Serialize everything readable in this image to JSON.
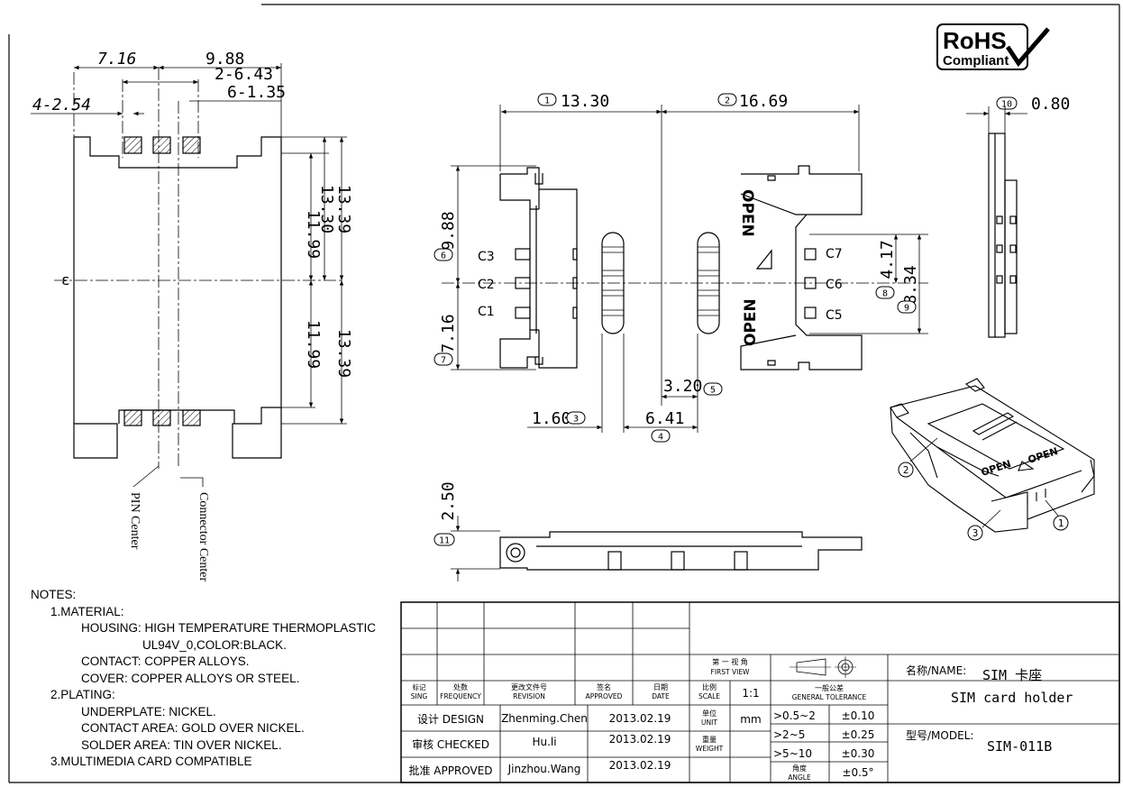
{
  "logo": {
    "line1": "RoHS",
    "line2": "Compliant"
  },
  "left_view": {
    "dims": {
      "top1": "7.16",
      "top2": "9.88",
      "top3": "2-6.43",
      "top4": "6-1.35",
      "pitch": "4-2.54",
      "r1": "11.99",
      "r2": "13.30",
      "r3": "13.39",
      "r4": "11.99",
      "r5": "13.39"
    },
    "labels": {
      "pin_center": "PIN Center",
      "connector_center": "Connector Center"
    }
  },
  "top_view": {
    "dims": {
      "d1": "13.30",
      "d2": "16.69",
      "d3": "1.60",
      "d4": "6.41",
      "d5": "3.20",
      "d6": "9.88",
      "d7": "7.16",
      "d8": "4.17",
      "d9": "8.34",
      "d10": "0.80",
      "d11": "2.50"
    },
    "balloons": [
      "1",
      "2",
      "3",
      "4",
      "5",
      "6",
      "7",
      "8",
      "9",
      "10",
      "11"
    ],
    "contacts": [
      "C3",
      "C2",
      "C1",
      "C7",
      "C6",
      "C5"
    ],
    "open_text": "OPEN"
  },
  "iso_view": {
    "balloons": [
      "1",
      "2",
      "3"
    ],
    "open_text": "OPEN"
  },
  "notes": [
    "NOTES:",
    "1.MATERIAL:",
    "HOUSING: HIGH TEMPERATURE THERMOPLASTIC",
    "UL94V_0,COLOR:BLACK.",
    "CONTACT: COPPER ALLOYS.",
    "COVER: COPPER ALLOYS OR STEEL.",
    "2.PLATING:",
    "UNDERPLATE: NICKEL.",
    "CONTACT AREA: GOLD OVER NICKEL.",
    "SOLDER AREA: TIN OVER NICKEL.",
    "3.MULTIMEDIA CARD COMPATIBLE"
  ],
  "title_block": {
    "header": {
      "sing": "标记",
      "sing_en": "SING",
      "frequency": "处数",
      "frequency_en": "FREQUENCY",
      "revision": "更改文件号",
      "revision_en": "REVISION",
      "approved": "签名",
      "approved_en": "APPROVED",
      "date": "日期",
      "date_en": "DATE"
    },
    "projection": "第 一 视 角",
    "projection_en": "FIRST VIEW",
    "scale_label": "比例",
    "scale_label_en": "SCALE",
    "scale": "1:1",
    "unit_label": "单位",
    "unit_label_en": "UNIT",
    "unit": "mm",
    "weight_label": "重量",
    "weight_label_en": "WEIGHT",
    "tolerance_title": "一般公差",
    "tolerance_title_en": "GENERAL TOLERANCE",
    "tolerances": [
      {
        "range": ">0.5~2",
        "value": "±0.10"
      },
      {
        "range": ">2~5",
        "value": "±0.25"
      },
      {
        "range": ">5~10",
        "value": "±0.30"
      },
      {
        "range": "角度",
        "range_en": "ANGLE",
        "value": "±0.5°"
      }
    ],
    "rows": [
      {
        "role": "设计 DESIGN",
        "name": "Zhenming.Chen",
        "date": "2013.02.19"
      },
      {
        "role": "审核 CHECKED",
        "name": "Hu.li",
        "date": "2013.02.19"
      },
      {
        "role": "批准 APPROVED",
        "name": "Jinzhou.Wang",
        "date": "2013.02.19"
      }
    ],
    "name_label": "名称/NAME:",
    "name_cn": "SIM 卡座",
    "name_en": "SIM card holder",
    "model_label": "型号/MODEL:",
    "model": "SIM-011B"
  }
}
